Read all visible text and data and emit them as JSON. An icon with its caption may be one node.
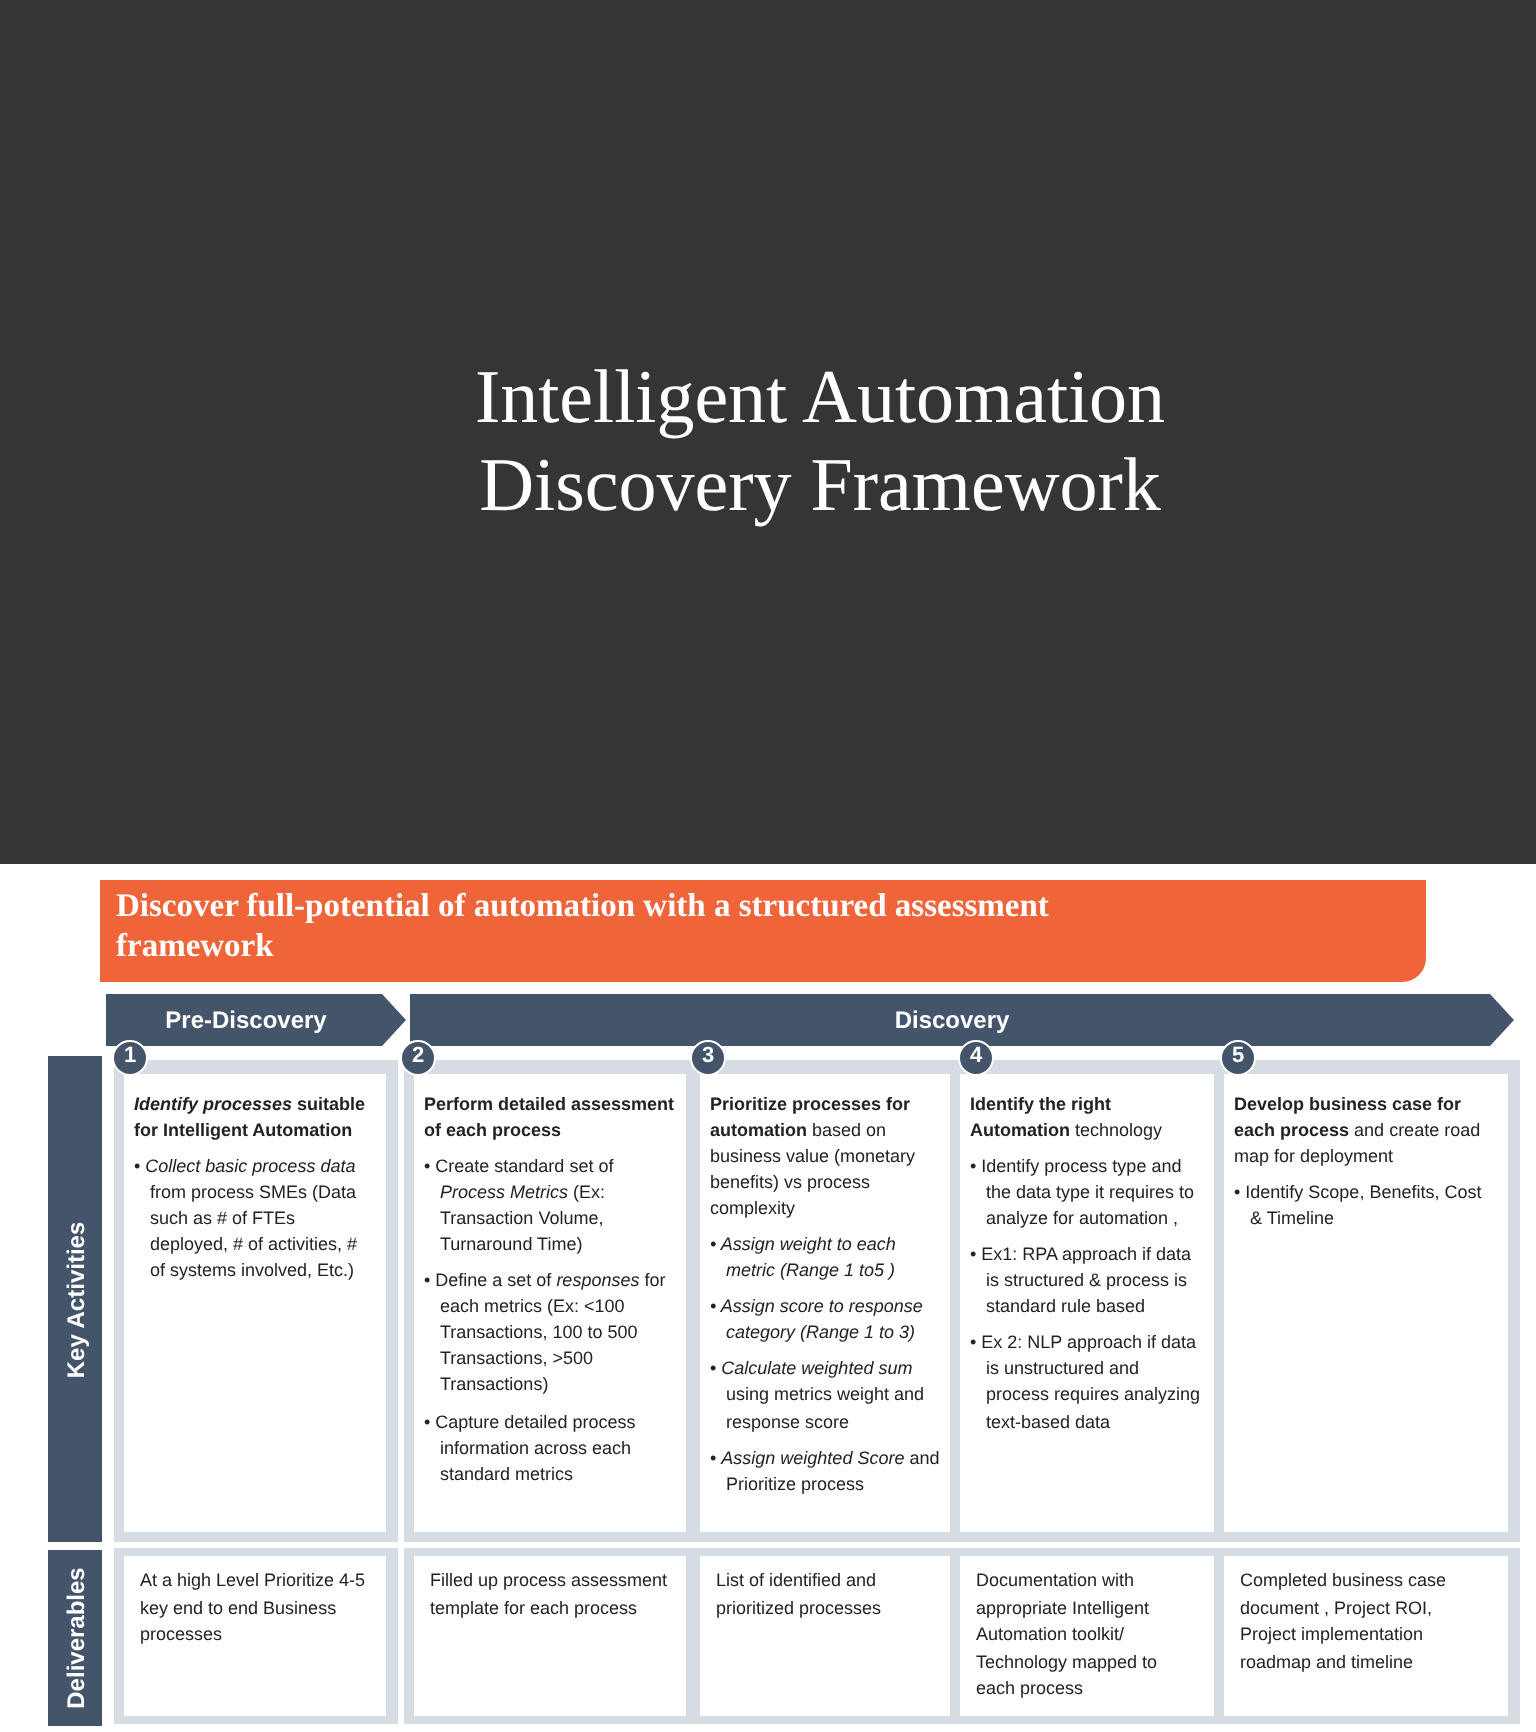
{
  "diagram": {
    "title": "Intelligent Automation Discovery Framework",
    "nodes": [
      {
        "text": [
          "Discover full-potential of automation with a structured assessment framework"
        ]
      },
      {
        "text": [
          "Pre-Discovery"
        ]
      },
      {
        "text": [
          "Discovery"
        ]
      },
      {
        "text": [
          "Key Activities"
        ]
      },
      {
        "text": [
          "Deliverables"
        ]
      },
      {
        "text": [
          "1"
        ]
      },
      {
        "text": [
          "2"
        ]
      },
      {
        "text": [
          "3"
        ]
      },
      {
        "text": [
          "4"
        ]
      },
      {
        "text": [
          "5"
        ]
      },
      {
        "text": [
          "*Identify processes* suitable for Intelligent Automation",
          "• *Collect basic process data* from process SMEs (Data such as # of FTEs deployed, # of activities, # of systems involved, Etc.)"
        ]
      },
      {
        "text": [
          "Perform detailed assessment of each process",
          "• Create standard set of *Process Metrics* (Ex: Transaction Volume, Turnaround Time)",
          "• Define a set of *responses* for each metrics (Ex: <100 Transactions, 100 to 500 Transactions, >500 Transactions)",
          "• Capture detailed process information across each standard metrics"
        ]
      },
      {
        "text": [
          "**Prioritize processes for automation** based on business value (monetary benefits) vs process complexity",
          "• Assign weight to each metric (Range 1 to5 )",
          "• Assign score to response category (Range 1 to 3)",
          "• *Calculate weighted sum* using metrics weight and response score",
          "• *Assign weighted Score* and Prioritize process"
        ]
      },
      {
        "text": [
          "**Identify the right Automation** technology",
          "• Identify process type and the data type it requires to analyze for automation ,",
          "• Ex1: RPA approach if data is structured & process is standard rule based",
          "• Ex 2: NLP approach if data is unstructured and process requires analyzing text-based data"
        ]
      },
      {
        "text": [
          "**Develop business case for each process** and create road map for deployment",
          "• Identify Scope, Benefits, Cost & Timeline"
        ]
      },
      {
        "text": [
          "At a high Level Prioritize 4-5 key end to end Business processes"
        ]
      },
      {
        "text": [
          "Filled up process assessment template for each process"
        ]
      },
      {
        "text": [
          "List of identified and prioritized processes"
        ]
      },
      {
        "text": [
          "Documentation with appropriate Intelligent Automation toolkit/ Technology mapped to each process"
        ]
      },
      {
        "text": [
          "Completed business case document , Project ROI, Project implementation roadmap and timeline"
        ]
      }
    ]
  }
}
